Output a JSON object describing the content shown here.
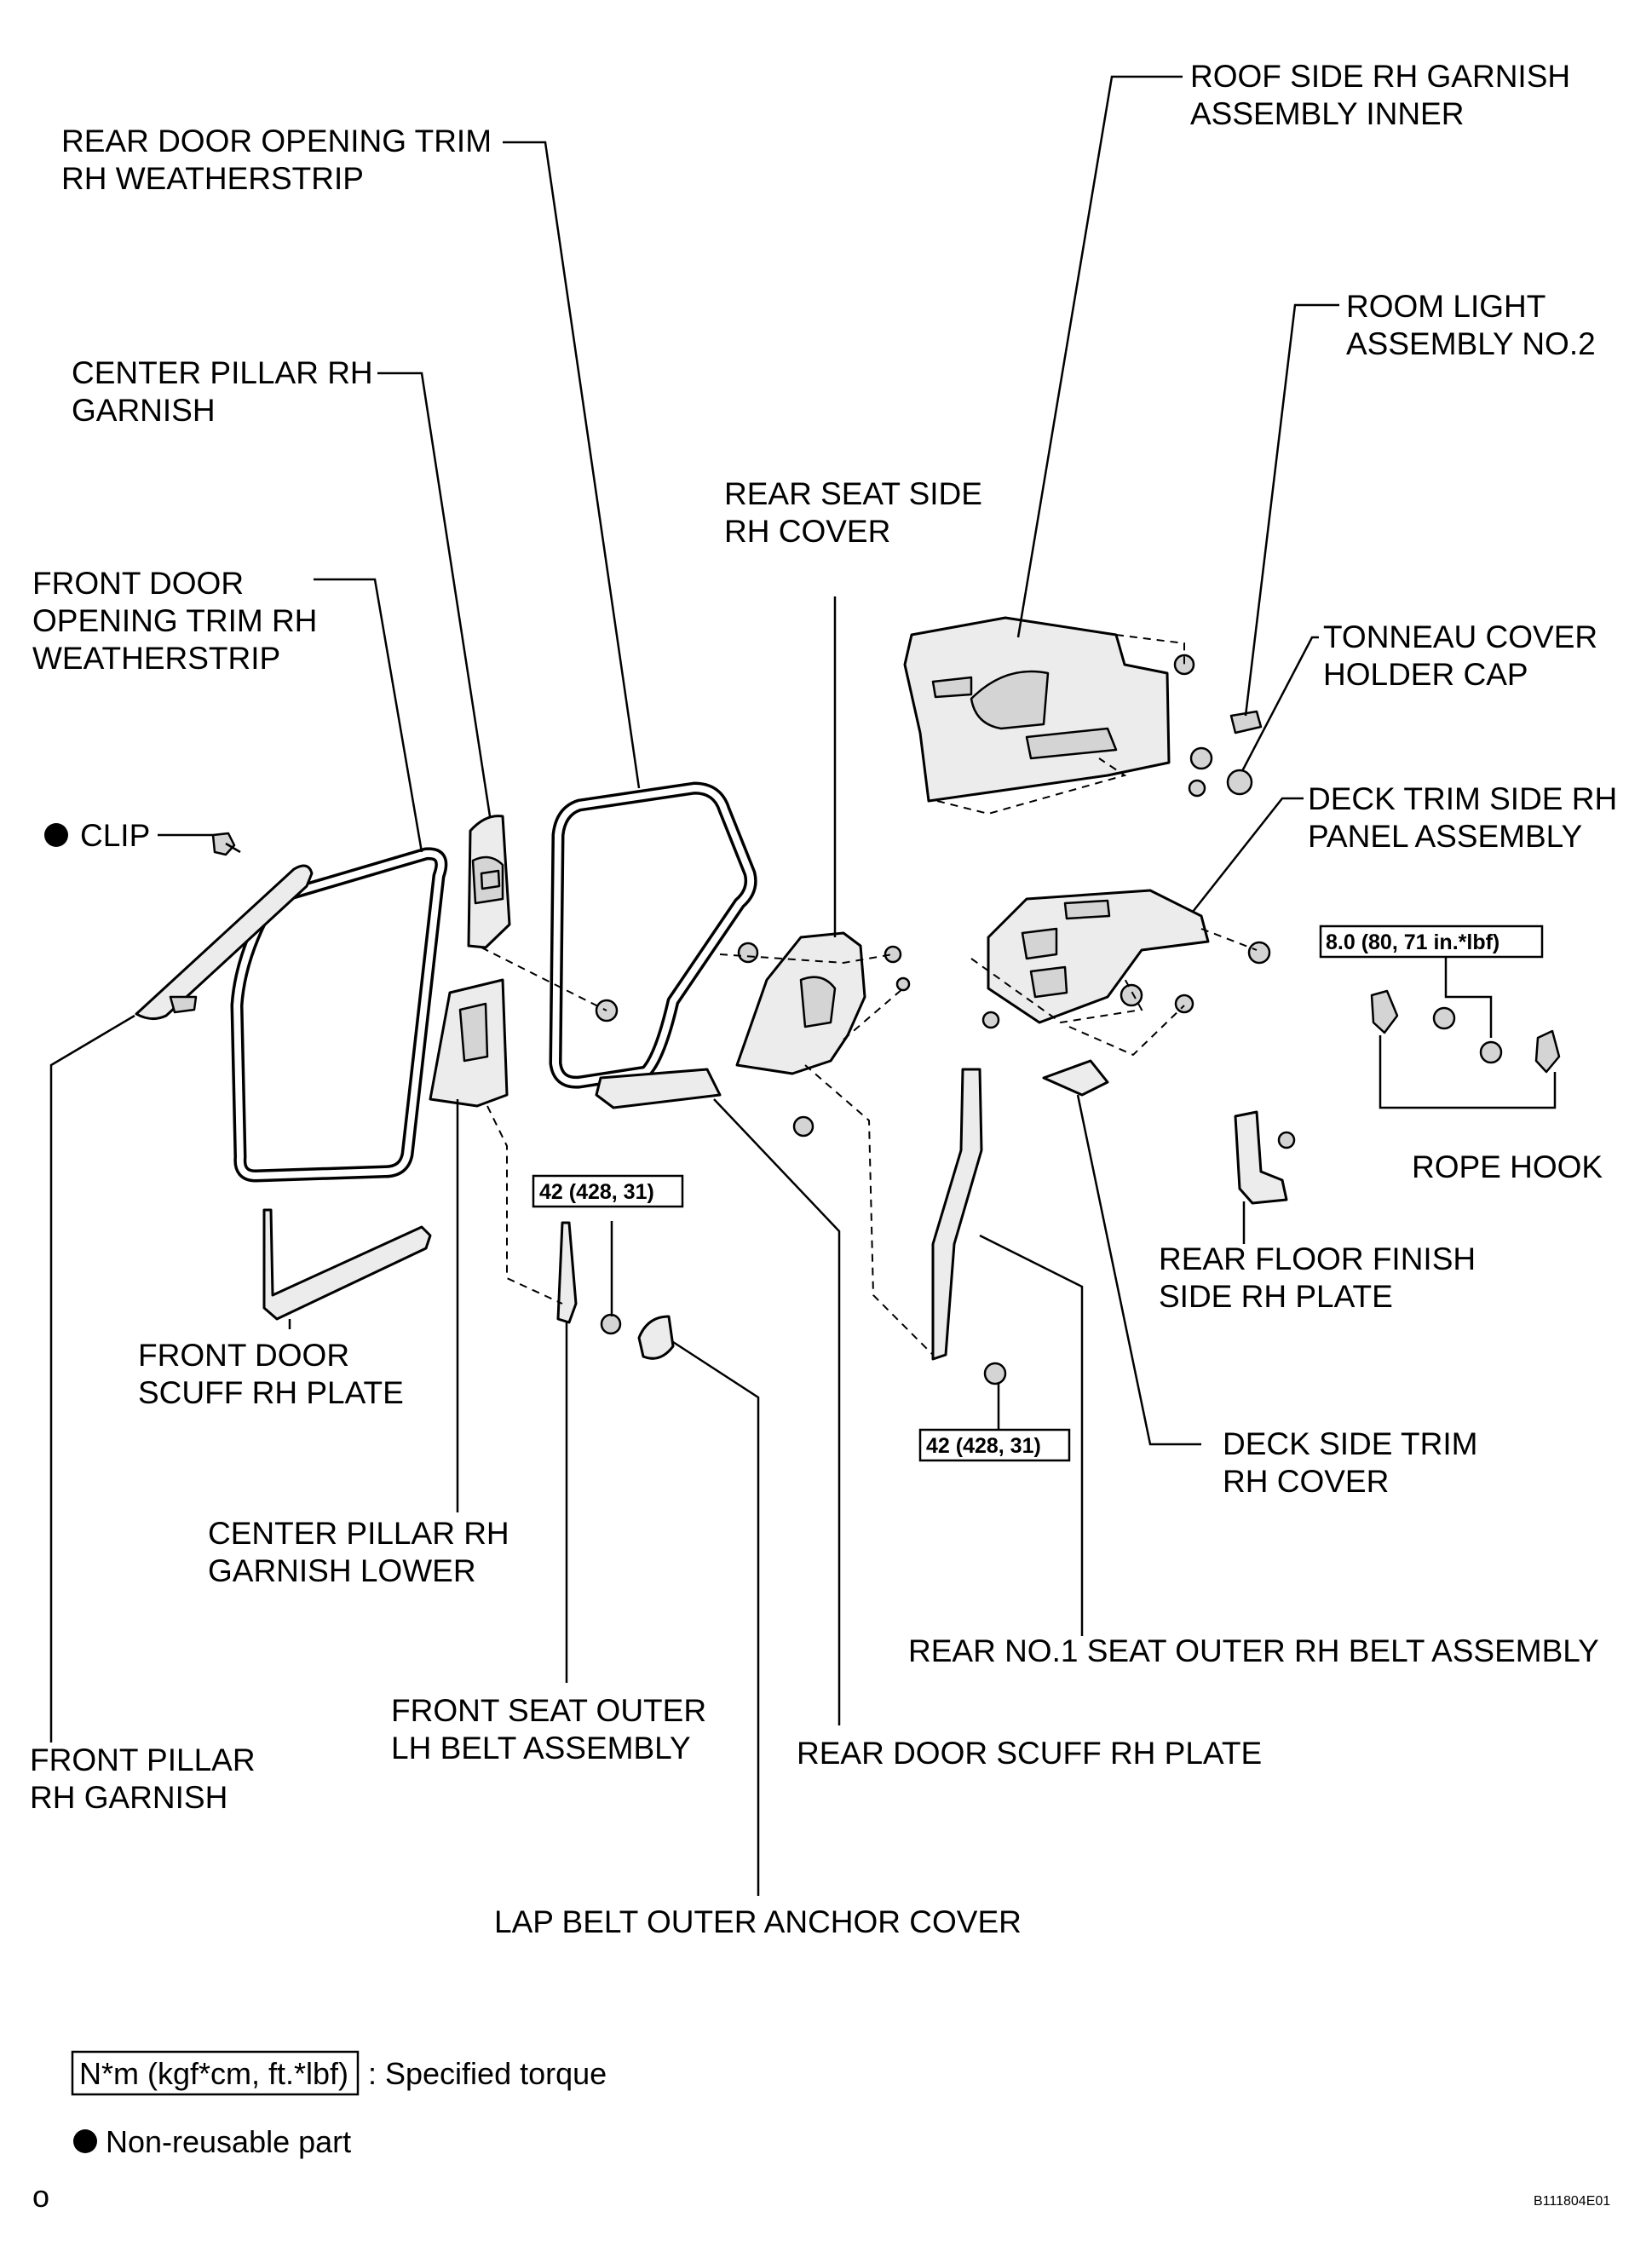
{
  "labels": {
    "roof_side_garnish": [
      "ROOF SIDE RH GARNISH",
      "ASSEMBLY INNER"
    ],
    "rear_door_opening_trim": [
      "REAR DOOR OPENING TRIM",
      "RH WEATHERSTRIP"
    ],
    "room_light": [
      "ROOM LIGHT",
      "ASSEMBLY NO.2"
    ],
    "center_pillar_garnish": [
      "CENTER PILLAR RH",
      "GARNISH"
    ],
    "rear_seat_side_cover": [
      "REAR SEAT SIDE",
      "RH COVER"
    ],
    "front_door_opening_trim": [
      "FRONT DOOR",
      "OPENING TRIM RH",
      "WEATHERSTRIP"
    ],
    "tonneau_cover_cap": [
      "TONNEAU COVER",
      "HOLDER CAP"
    ],
    "clip": "CLIP",
    "deck_trim_side_panel": [
      "DECK TRIM SIDE RH",
      "PANEL ASSEMBLY"
    ],
    "rope_hook": "ROPE HOOK",
    "rear_floor_finish_plate": [
      "REAR FLOOR FINISH",
      "SIDE RH PLATE"
    ],
    "front_door_scuff_plate": [
      "FRONT DOOR",
      "SCUFF RH PLATE"
    ],
    "deck_side_trim_cover": [
      "DECK SIDE TRIM",
      "RH COVER"
    ],
    "center_pillar_garnish_lower": [
      "CENTER PILLAR RH",
      "GARNISH LOWER"
    ],
    "rear_no1_seat_belt": "REAR NO.1 SEAT OUTER RH BELT ASSEMBLY",
    "front_seat_outer_belt": [
      "FRONT SEAT OUTER",
      "LH BELT ASSEMBLY"
    ],
    "front_pillar_garnish": [
      "FRONT PILLAR",
      "RH GARNISH"
    ],
    "rear_door_scuff_plate": "REAR DOOR SCUFF RH PLATE",
    "lap_belt_anchor_cover": "LAP BELT OUTER ANCHOR COVER"
  },
  "torques": {
    "rope_hook": "8.0 (80, 71 in.*lbf)",
    "front_belt": "42 (428, 31)",
    "rear_belt": "42 (428, 31)"
  },
  "legend": {
    "torque_box": "N*m (kgf*cm, ft.*lbf)",
    "torque_desc": ": Specified torque",
    "nonreusable": "Non-reusable part"
  },
  "footer": {
    "page_mark": "o",
    "figure_code": "B111804E01"
  }
}
